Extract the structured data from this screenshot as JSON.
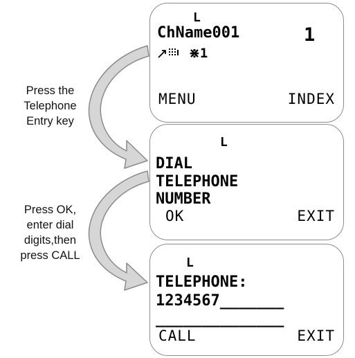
{
  "captions": {
    "step1": [
      "Press the",
      "Telephone",
      "Entry key"
    ],
    "step2": [
      "Press OK,",
      "enter dial",
      "digits,then",
      "press CALL"
    ]
  },
  "screens": [
    {
      "lock_indicator": "L",
      "channel_name": "ChName001",
      "channel_number": "1",
      "status_icons": [
        "antenna-signal-icon",
        "scan-grid-icon"
      ],
      "status_text": "⋇1",
      "softkey_left": "MENU",
      "softkey_right": "INDEX"
    },
    {
      "lock_indicator": "L",
      "lines": [
        "DIAL",
        "TELEPHONE",
        "NUMBER"
      ],
      "softkey_left": "OK",
      "softkey_right": "EXIT"
    },
    {
      "lock_indicator": "L",
      "label": "TELEPHONE:",
      "digits": "1234567_______",
      "second_line": "______________",
      "softkey_left": "CALL",
      "softkey_right": "EXIT"
    }
  ],
  "colors": {
    "screen_border": "#8c8c8c",
    "arrow_fill": "#d6d6d6",
    "arrow_stroke": "#8a8a8a",
    "text": "#000000"
  }
}
